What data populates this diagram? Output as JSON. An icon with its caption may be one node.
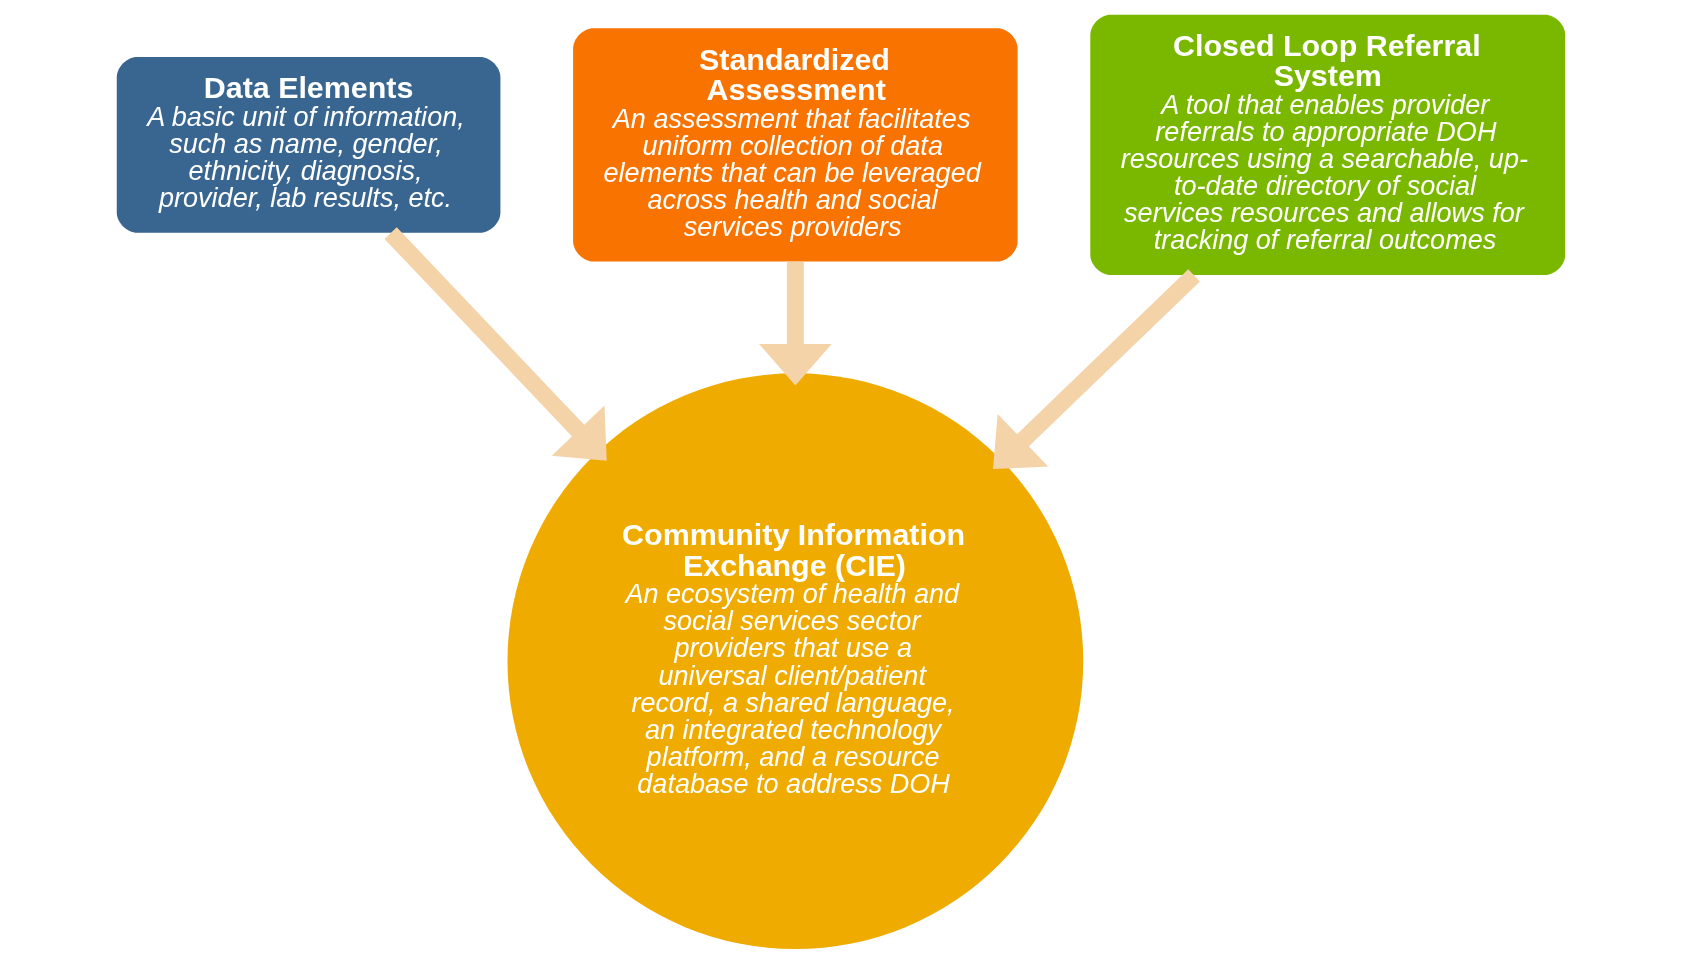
{
  "diagram": {
    "nodes": [
      {
        "text": [
          "Data Elements",
          "A basic unit of information, such as name, gender, ethnicity, diagnosis, provider, lab results, etc."
        ]
      },
      {
        "text": [
          "Standardized Assessment",
          "An assessment that facilitates uniform collection of data elements that can be leveraged across health and social services providers"
        ]
      },
      {
        "text": [
          "Closed Loop Referral System",
          "A tool that enables provider referrals to appropriate DOH resources using a searchable, up-to-date directory of social services resources and allows for tracking of referral outcomes"
        ]
      },
      {
        "text": [
          "Community Information Exchange (CIE)",
          "An ecosystem of health and social services sector providers that use a universal client/patient record, a shared language, an integrated technology platform, and a resource database to address DOH"
        ]
      }
    ],
    "edges": [
      {
        "from": 0,
        "to": 3,
        "arrow": "to"
      },
      {
        "from": 1,
        "to": 3,
        "arrow": "to"
      },
      {
        "from": 2,
        "to": 3,
        "arrow": "to"
      }
    ]
  }
}
